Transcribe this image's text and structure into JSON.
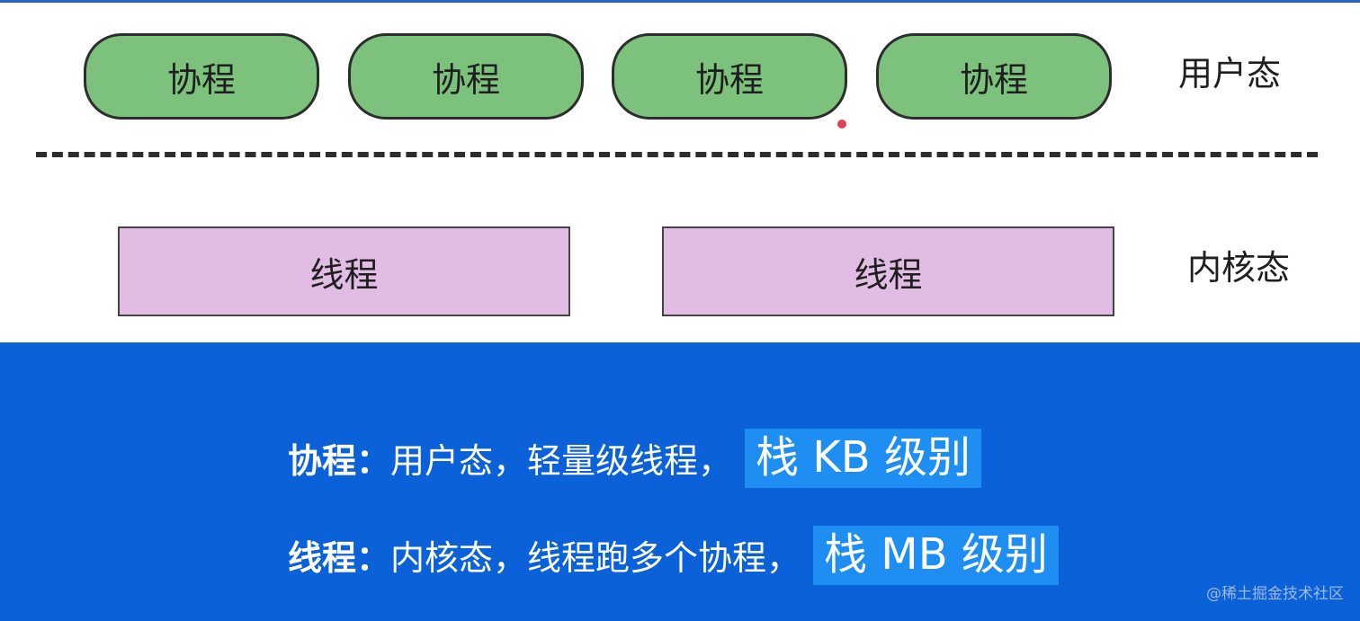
{
  "user_space": {
    "label": "用户态",
    "coroutines": [
      "协程",
      "协程",
      "协程",
      "协程"
    ]
  },
  "kernel_space": {
    "label": "内核态",
    "threads": [
      "线程",
      "线程"
    ]
  },
  "captions": {
    "coroutine": {
      "term": "协程：",
      "desc": "用户态，轻量级线程，",
      "highlight": "栈 KB 级别"
    },
    "thread": {
      "term": "线程：",
      "desc": "内核态，线程跑多个协程，",
      "highlight": "栈 MB 级别"
    }
  },
  "watermark": "@稀土掘金技术社区",
  "colors": {
    "coroutine_fill": "#7cc27d",
    "thread_fill": "#e2bde3",
    "bottom_background": "#0a61d8",
    "highlight_background": "#1f8ef3"
  }
}
